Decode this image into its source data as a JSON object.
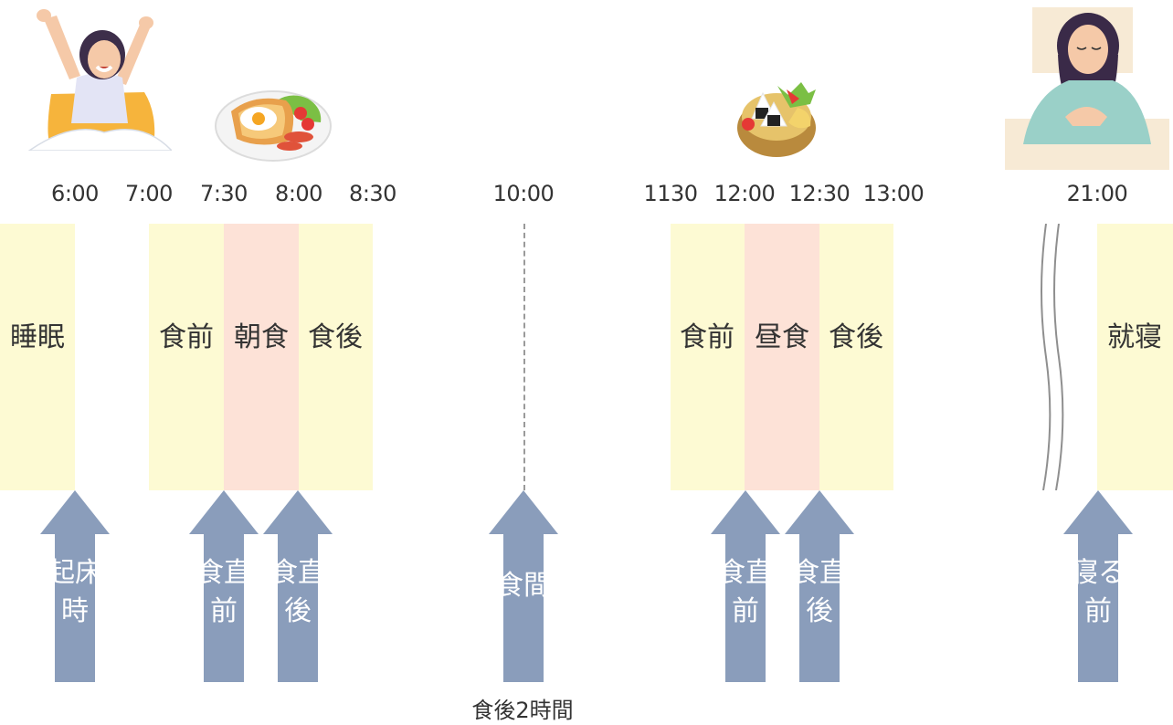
{
  "times": {
    "t600": "6:00",
    "t700": "7:00",
    "t730": "7:30",
    "t800": "8:00",
    "t830": "8:30",
    "t1000": "10:00",
    "t1130": "1130",
    "t1200": "12:00",
    "t1230": "12:30",
    "t1300": "13:00",
    "t2100": "21:00"
  },
  "bands": {
    "sleep": "睡眠",
    "before_breakfast": "食前",
    "breakfast": "朝食",
    "after_breakfast": "食後",
    "before_lunch": "食前",
    "lunch": "昼食",
    "after_lunch": "食後",
    "bedtime": "就寝"
  },
  "arrows": {
    "wake": "起床時",
    "just_before_breakfast": "食直前",
    "just_after_breakfast": "食直後",
    "between_meals": "食間",
    "just_before_lunch": "食直前",
    "just_after_lunch": "食直後",
    "before_sleep": "寝る前"
  },
  "footnote": "食後2時間",
  "colors": {
    "yellow": "#fdfad3",
    "pink": "#fde2d7",
    "arrow": "#8a9dbb"
  },
  "icons": [
    "waking-woman-icon",
    "breakfast-plate-icon",
    "bento-box-icon",
    "sleeping-woman-icon",
    "time-break-icon"
  ]
}
